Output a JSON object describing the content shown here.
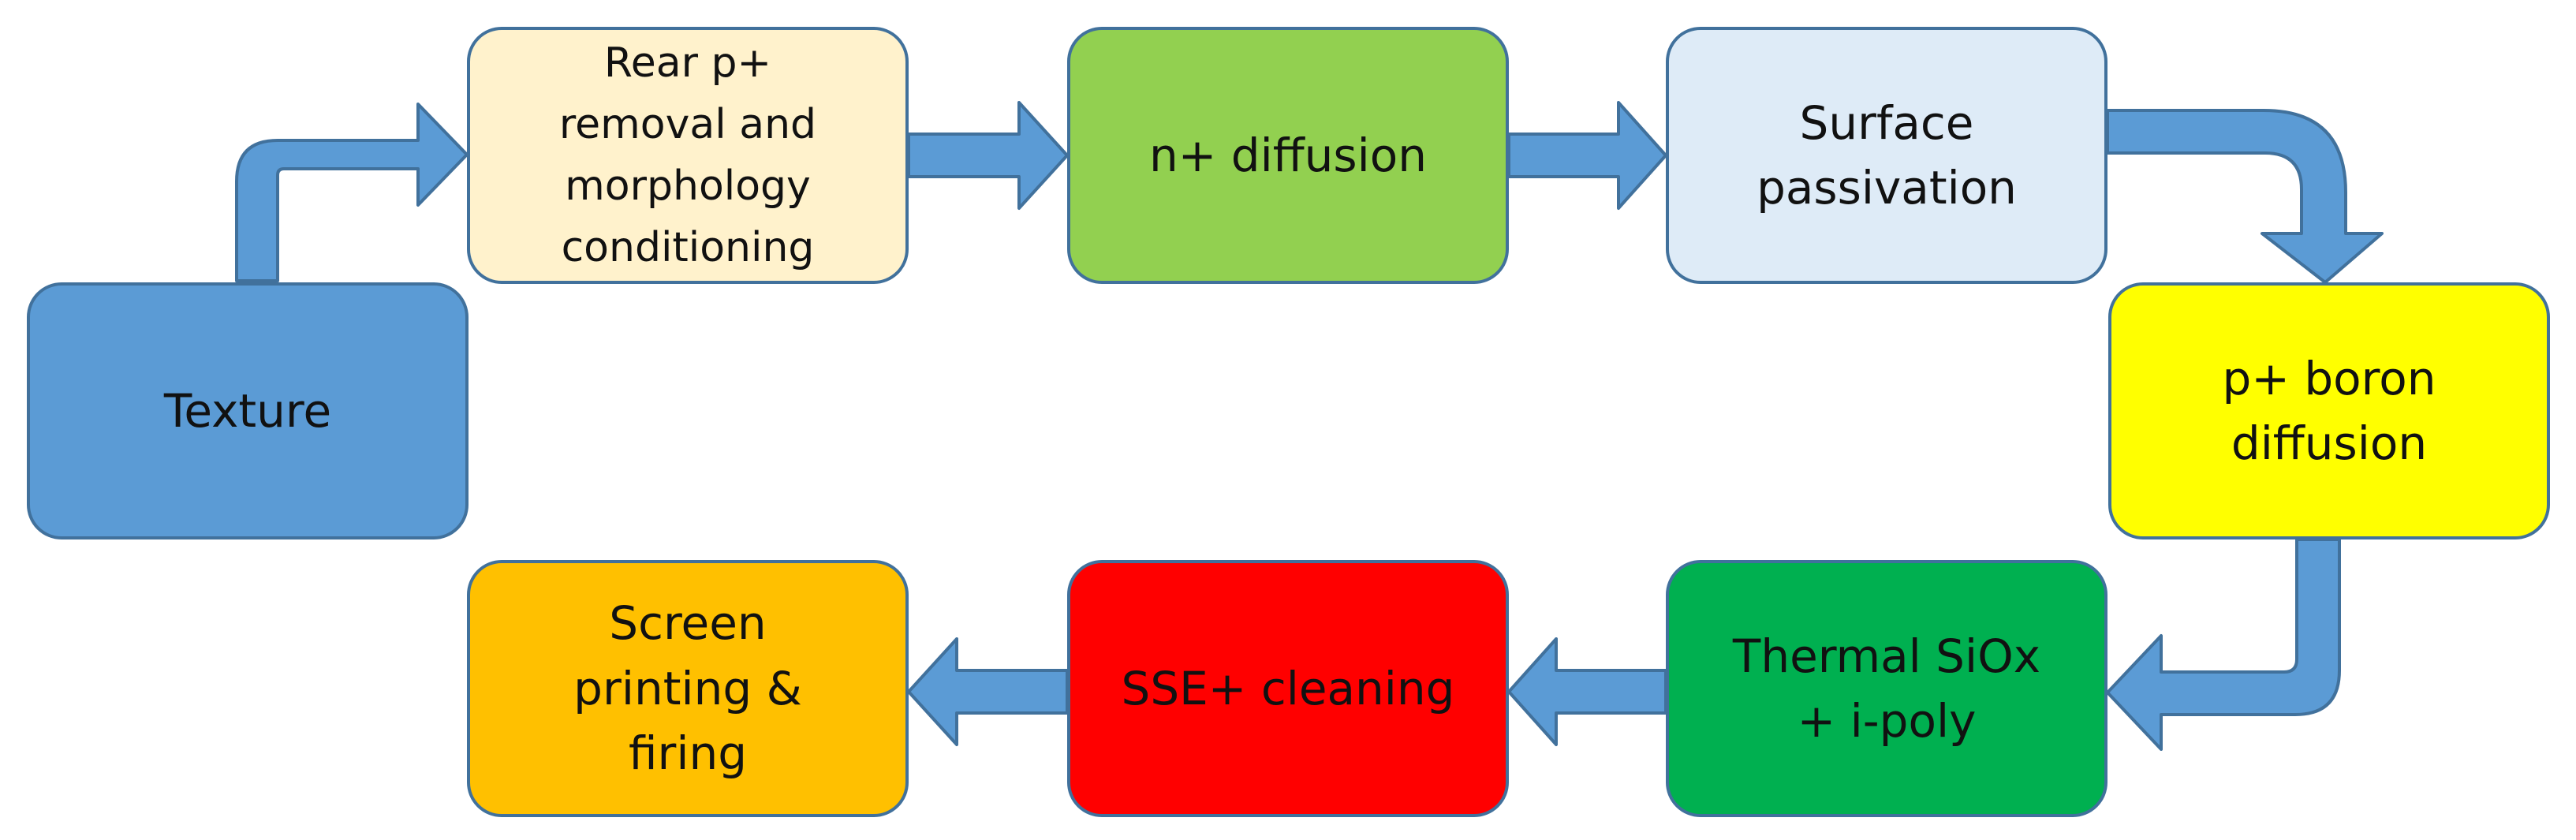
{
  "diagram": {
    "steps": [
      {
        "label": "Texture",
        "color": "#5b9bd5"
      },
      {
        "label": "Rear p+\nremoval and\nmorphology\nconditioning",
        "color": "#fff2cc"
      },
      {
        "label": "n+ diffusion",
        "color": "#92d050"
      },
      {
        "label": "Surface\npassivation",
        "color": "#deebf7"
      },
      {
        "label": "p+ boron\ndiffusion",
        "color": "#ffff00"
      },
      {
        "label": "Thermal SiOx\n+ i-poly",
        "color": "#00b050"
      },
      {
        "label": "SSE+ cleaning",
        "color": "#ff0000"
      },
      {
        "label": "Screen\nprinting &\nfiring",
        "color": "#ffc000"
      }
    ],
    "arrow_color": "#5b9bd5",
    "border_color": "#41719c"
  }
}
